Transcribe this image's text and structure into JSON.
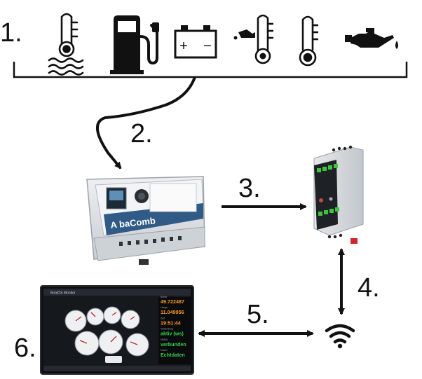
{
  "steps": [
    "1.",
    "2.",
    "3.",
    "4.",
    "5.",
    "6."
  ],
  "sensor_icons": [
    "coolant-temperature-icon",
    "fuel-pump-icon",
    "battery-icon",
    "oil-temperature-icon",
    "thermometer-icon",
    "oil-can-icon"
  ],
  "battery_terminals": [
    "+",
    "−"
  ],
  "controller": {
    "brand": "A baComb",
    "icon": "controller-device-icon"
  },
  "module": {
    "icon": "relay-module-icon"
  },
  "wifi": {
    "icon": "wifi-icon"
  },
  "tablet": {
    "icon": "tablet-dashboard-icon",
    "app_title": "BoatOS Monitor",
    "readouts": [
      {
        "label": "Breite",
        "value": "49.722487",
        "color": "#ff9a1f"
      },
      {
        "label": "Länge",
        "value": "11.049956",
        "color": "#ff9a1f"
      },
      {
        "label": "Zeit",
        "value": "19:51:44",
        "color": "#ff9a1f"
      },
      {
        "label": "Verbindung",
        "value": "aktiv (ws)",
        "color": "#36d04a"
      },
      {
        "label": "NMEA",
        "value": "verbunden",
        "color": "#36d04a"
      },
      {
        "label": "Daten",
        "value": "Echtdaten",
        "color": "#36d04a"
      }
    ]
  },
  "colors": {
    "ink": "#111111",
    "device_grey": "#d6dade",
    "device_blue": "#2f5b86",
    "module_green": "#3ec43e",
    "screen_bg": "#101216"
  }
}
